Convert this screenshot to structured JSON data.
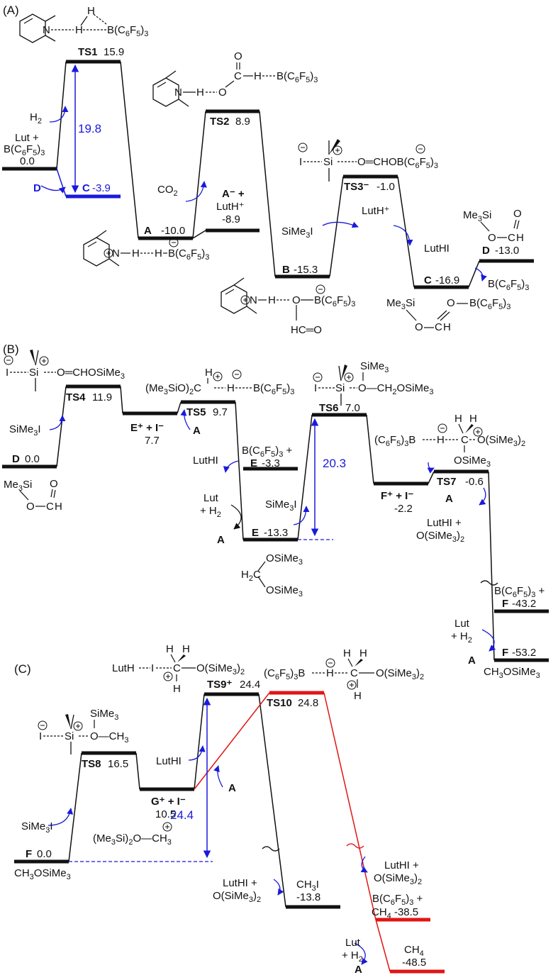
{
  "panel_labels": [
    "(A)",
    "(B)",
    "(C)"
  ],
  "colors": {
    "black": "#111111",
    "blue": "#1a1adb",
    "red": "#e01515"
  },
  "panelA": {
    "start": {
      "lines": [
        "Lut +",
        "B(C6F5)3"
      ],
      "value": "0.0"
    },
    "ts1": {
      "name": "TS1",
      "value": "15.9"
    },
    "h2": "H2",
    "barrier": "19.8",
    "c_end": {
      "name": "C",
      "value": "-3.9"
    },
    "d_label": "D",
    "int_a": {
      "name": "A",
      "value": "-10.0"
    },
    "co2": "CO2",
    "a_minus": {
      "lines": [
        "A⁻ +",
        "LutH⁺"
      ],
      "value": "-8.9"
    },
    "ts2": {
      "name": "TS2",
      "value": "8.9"
    },
    "int_b": {
      "name": "B",
      "value": "-15.3"
    },
    "sime3i": "SiMe3I",
    "ts3": {
      "name": "TS3⁻",
      "value": "-1.0"
    },
    "luth": "LutH⁺",
    "luthi": "LutHI",
    "int_c": {
      "name": "C",
      "value": "-16.9"
    },
    "int_d": {
      "name": "D",
      "value": "-13.0"
    },
    "bc6f5": "B(C6F5)3",
    "struct_ts1": {
      "h1": "H",
      "h2": "H",
      "b": "B(C6F5)3",
      "n": "N"
    },
    "struct_ts2": {
      "o": "O",
      "c": "C",
      "h": "H",
      "b": "B(C6F5)3",
      "n": "N"
    },
    "struct_ts3": {
      "i": "I",
      "si": "Si",
      "rest": "O═CHOB(C6F5)3"
    },
    "struct_a": {
      "n": "N",
      "h1": "H",
      "h2": "H",
      "b": "B(C6F5)3"
    },
    "struct_b": {
      "n": "N",
      "h": "H",
      "o": "O",
      "b": "B(C6F5)3",
      "hco": "HC═O"
    },
    "struct_c": {
      "me3si": "Me3Si",
      "o": "O",
      "c": "C",
      "h": "H",
      "b": "B(C6F5)3"
    },
    "struct_d": {
      "me3si": "Me3Si",
      "o": "O",
      "c": "C",
      "h": "H",
      "o2": "O"
    }
  },
  "panelB": {
    "d_start": {
      "name": "D",
      "value": "0.0"
    },
    "sime3i": "SiMe3I",
    "ts4": {
      "name": "TS4",
      "value": "11.9"
    },
    "e_plus": {
      "lines": [
        "E⁺ + I⁻"
      ],
      "value": "7.7"
    },
    "ts5": {
      "name": "TS5",
      "value": "9.7"
    },
    "a_label": "A",
    "luthi": "LutHI",
    "e_b": {
      "lines": [
        "B(C6F5)3 +"
      ],
      "name": "E",
      "value": "-3.3"
    },
    "lut_h2": [
      "Lut",
      "+ H2"
    ],
    "int_e": {
      "name": "E",
      "value": "-13.3"
    },
    "barrier": "20.3",
    "ts6": {
      "name": "TS6",
      "value": "7.0"
    },
    "f_plus": {
      "lines": [
        "F⁺ + I⁻"
      ],
      "value": "-2.2"
    },
    "ts7": {
      "name": "TS7",
      "value": "-0.6"
    },
    "luthi_osi": [
      "LutHI +",
      "O(SiMe3)2"
    ],
    "f_b": {
      "lines": [
        "B(C6F5)3 +"
      ],
      "name": "F",
      "value": "-43.2"
    },
    "int_f": {
      "name": "F",
      "value": "-53.2"
    },
    "ch3osime3": "CH3OSiMe3",
    "struct_ts4": {
      "i": "I",
      "si": "Si",
      "rest": "O═CHOSiMe3"
    },
    "struct_ts5": {
      "left": "(Me3SiO)2C",
      "h1": "H",
      "h2": "H",
      "b": "B(C6F5)3"
    },
    "struct_ts6": {
      "i": "I",
      "si": "Si",
      "sime3": "SiMe3",
      "rest": "O—CH2OSiMe3"
    },
    "struct_ts7": {
      "b": "(C6F5)3B",
      "h": "H",
      "c": "C",
      "o": "O(SiMe3)2",
      "osi": "OSiMe3"
    },
    "struct_e": {
      "h2c": "H2C",
      "o1": "OSiMe3",
      "o2": "OSiMe3"
    },
    "struct_d": {
      "me3si": "Me3Si",
      "o": "O",
      "c": "C",
      "h": "H",
      "o2": "O"
    }
  },
  "panelC": {
    "f_start": {
      "name": "F",
      "value": "0.0"
    },
    "ch3osime3": "CH3OSiMe3",
    "sime3i": "SiMe3I",
    "ts8": {
      "name": "TS8",
      "value": "16.5"
    },
    "g_plus": {
      "lines": [
        "G⁺ + I⁻"
      ],
      "value": "10.5"
    },
    "ts9": {
      "name": "TS9⁺",
      "value": "24.4"
    },
    "ts10": {
      "name": "TS10",
      "value": "24.8"
    },
    "luthi": "LutHI",
    "a_label": "A",
    "barrier": "24.4",
    "silyl": "(Me3Si)2O—CH3",
    "luthi_osi": [
      "LutHI +",
      "O(SiMe3)2"
    ],
    "ch3i": {
      "name": "CH3I",
      "value": "-13.8"
    },
    "luthi_osi_red": [
      "LutHI +",
      "O(SiMe3)2"
    ],
    "ch4_b": {
      "lines": [
        "B(C6F5)3 +"
      ],
      "name": "CH4",
      "value": "-38.5"
    },
    "lut_h2": [
      "Lut",
      "+ H2"
    ],
    "ch4": {
      "name": "CH4",
      "value": "-48.5"
    },
    "struct_ts8": {
      "i": "I",
      "si": "Si",
      "sime3": "SiMe3",
      "rest": "O—CH3"
    },
    "struct_ts9": {
      "luth": "LutH",
      "i": "I",
      "c": "C",
      "h": "H",
      "o": "O(SiMe3)2"
    },
    "struct_ts10": {
      "b": "(C6F5)3B",
      "h": "H",
      "c": "C",
      "o": "O(SiMe3)2"
    }
  }
}
